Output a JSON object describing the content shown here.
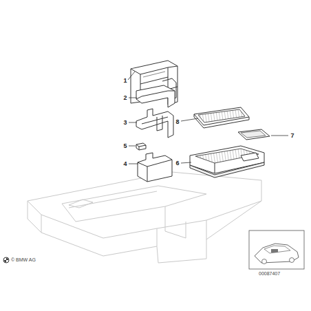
{
  "diagram": {
    "labels": [
      "1",
      "2",
      "3",
      "5",
      "4",
      "8",
      "6",
      "7",
      "© BMW AG",
      "00087407"
    ]
  }
}
